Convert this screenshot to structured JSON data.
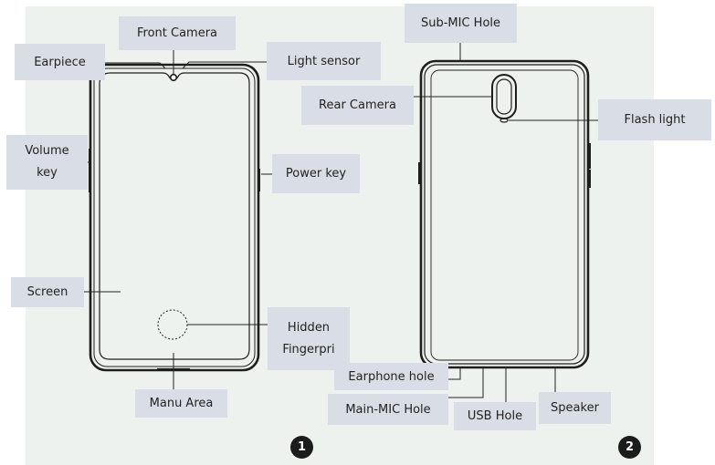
{
  "labels": {
    "front_camera": "Front Camera",
    "earpiece": "Earpiece",
    "light_sensor": "Light sensor",
    "volume_key_line1": "Volume",
    "volume_key_line2": "key",
    "power_key": "Power key",
    "screen": "Screen",
    "hidden_fingerprint_line1": "Hidden",
    "hidden_fingerprint_line2": "Fingerpri",
    "menu_area": "Manu Area",
    "sub_mic_hole": "Sub-MIC Hole",
    "rear_camera": "Rear Camera",
    "flash_light": "Flash light",
    "earphone_hole": "Earphone hole",
    "main_mic_hole": "Main-MIC Hole",
    "usb_hole": "USB Hole",
    "speaker": "Speaker"
  },
  "badges": {
    "front": "1",
    "back": "2"
  },
  "colors": {
    "panel": "#eef2ee",
    "label_bg": "#d9dde6",
    "outline": "#1e1e1e",
    "badge": "#1c1c1c"
  }
}
